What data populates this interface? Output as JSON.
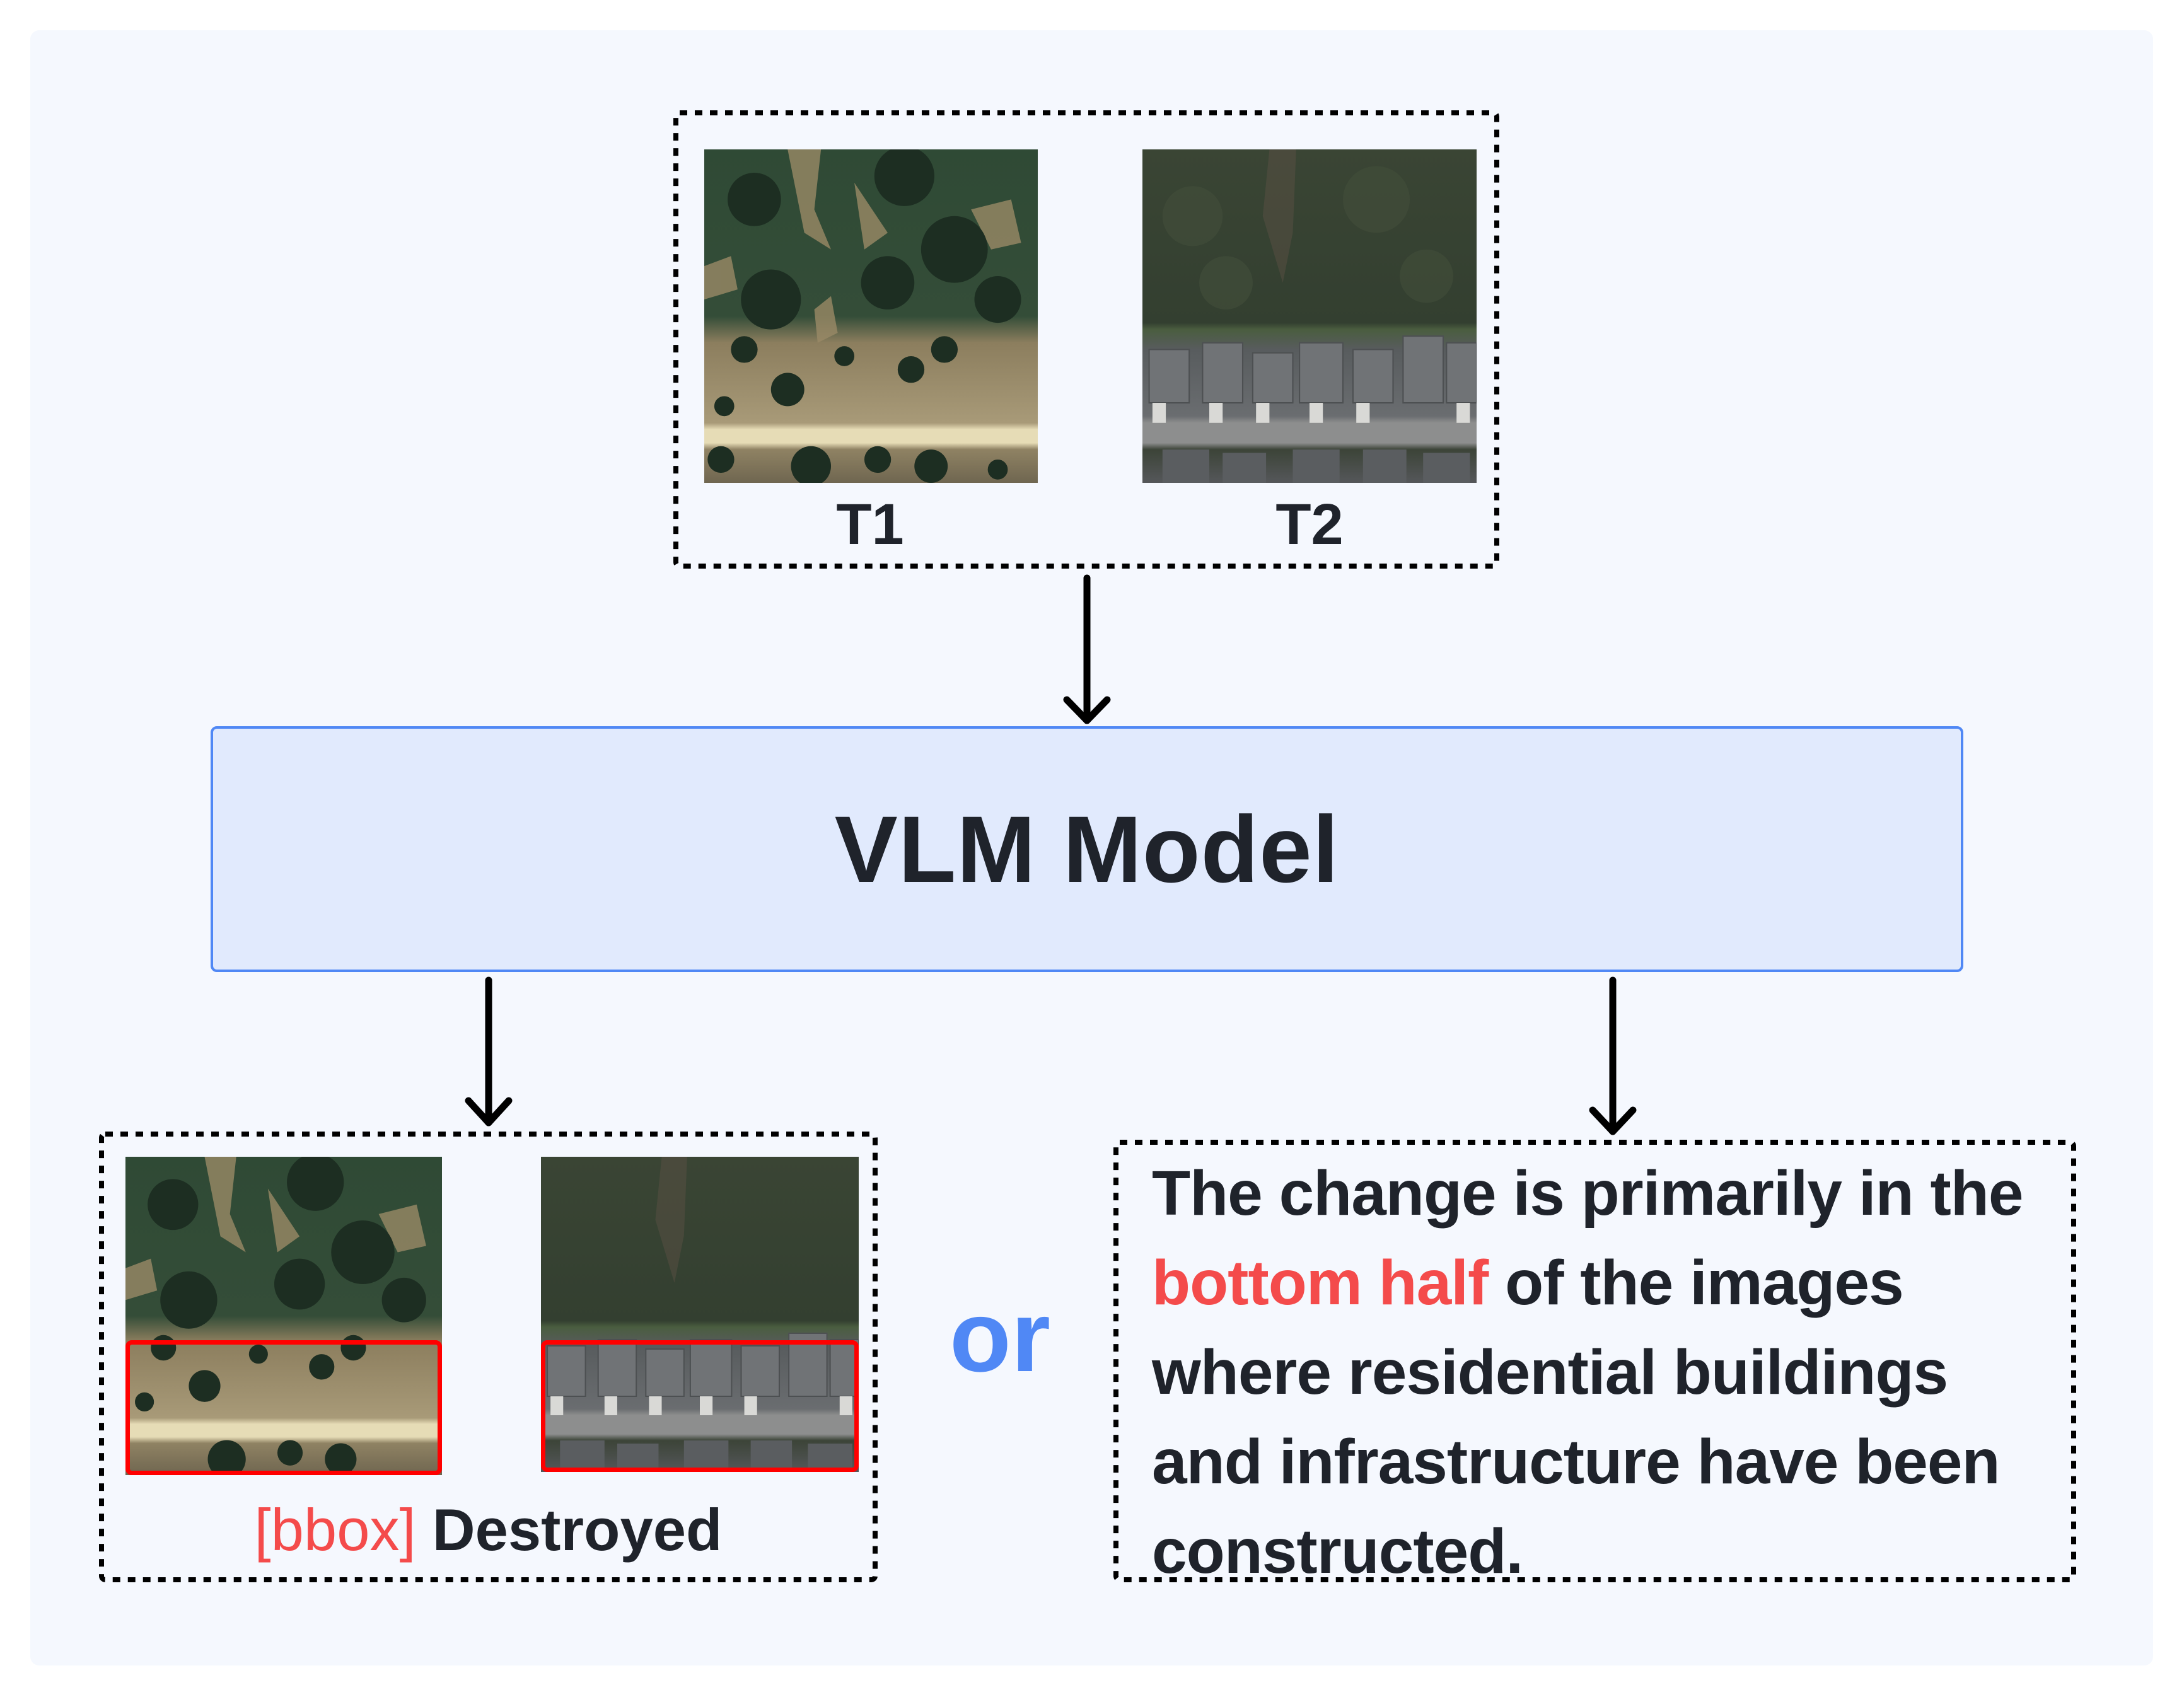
{
  "diagram": {
    "title": "VLM change detection pipeline",
    "input": {
      "images": [
        {
          "label": "T1",
          "description": "satellite image: forest with bare land and dirt road"
        },
        {
          "label": "T2",
          "description": "satellite image: forest with residential houses and street"
        }
      ]
    },
    "model": {
      "label": "VLM Model"
    },
    "outputs": {
      "separator": "or",
      "grounding": {
        "bbox_tag": "[bbox]",
        "class_label": "Destroyed",
        "box_region": "bottom half"
      },
      "description": {
        "text_before": "The change is primarily in the ",
        "highlight": "bottom half",
        "text_after": " of the images where residential buildings and infrastructure have been constructed.",
        "lines": [
          "The change is primarily in the",
          "bottom half of the images",
          "where residential buildings",
          "and infrastructure have been",
          "constructed."
        ]
      }
    },
    "colors": {
      "background": "#f5f8fe",
      "model_fill": "#e1eafd",
      "model_border": "#5088f5",
      "accent_blue": "#5088f5",
      "highlight_red": "#f44b4b",
      "bbox_red": "#ff0000",
      "text_dark": "#1f232b"
    }
  }
}
